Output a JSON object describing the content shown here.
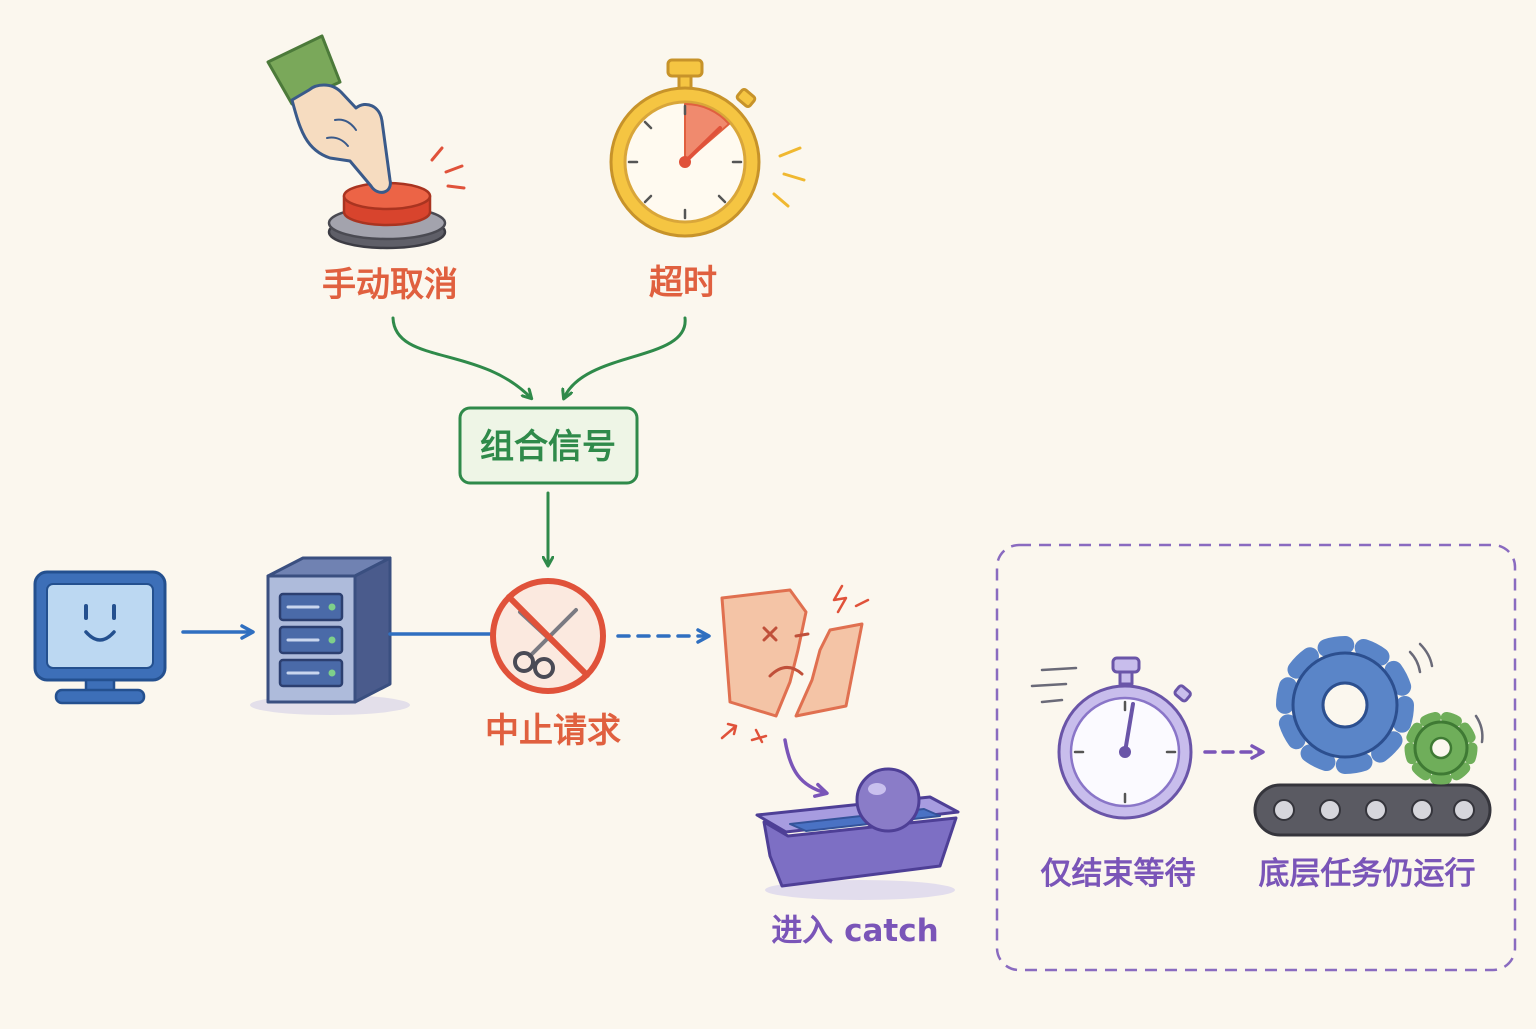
{
  "labels": {
    "manual_cancel": "手动取消",
    "timeout": "超时",
    "combined_signal": "组合信号",
    "abort_request": "中止请求",
    "enter_catch": "进入 catch",
    "only_stop_waiting": "仅结束等待",
    "underlying_task_running": "底层任务仍运行"
  },
  "colors": {
    "background": "#fbf7ee",
    "manual_cancel": "#e0603f",
    "timeout": "#e0a02a",
    "signal": "#2f8a4a",
    "flow": "#2f6fc0",
    "abort": "#e0523a",
    "catch": "#7a55b8"
  },
  "icons": {
    "hand": "hand-pressing-button-icon",
    "timer": "stopwatch-icon",
    "client": "monitor-icon",
    "server": "server-icon",
    "abort": "scissors-cancel-icon",
    "error": "broken-paper-icon",
    "catch": "tray-ball-icon",
    "waiting": "stopwatch-icon",
    "task": "gears-conveyor-icon"
  }
}
